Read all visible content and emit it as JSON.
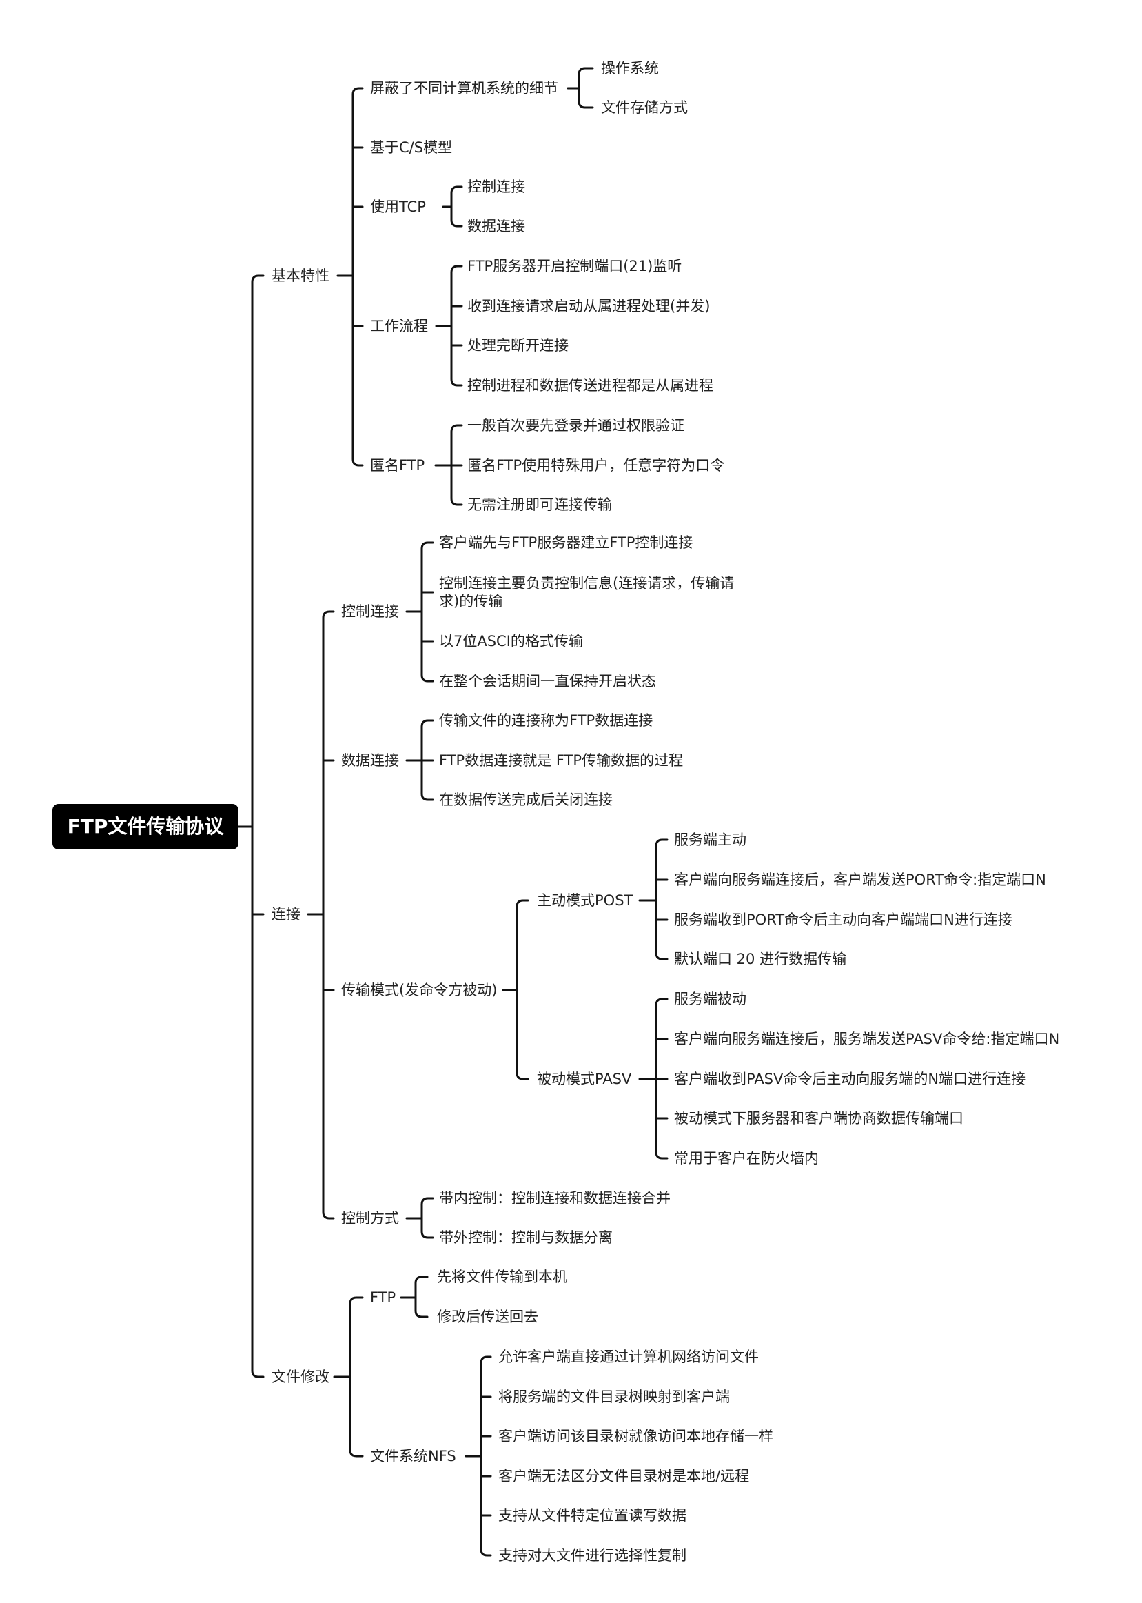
{
  "root": "FTP文件传输协议",
  "branches": [
    {
      "label": "基本特性",
      "children": [
        {
          "label": "屏蔽了不同计算机系统的细节",
          "children": [
            {
              "label": "操作系统"
            },
            {
              "label": "文件存储方式"
            }
          ]
        },
        {
          "label": "基于C/S模型"
        },
        {
          "label": "使用TCP",
          "children": [
            {
              "label": "控制连接"
            },
            {
              "label": "数据连接"
            }
          ]
        },
        {
          "label": "工作流程",
          "children": [
            {
              "label": "FTP服务器开启控制端口(21)监听"
            },
            {
              "label": "收到连接请求启动从属进程处理(并发)"
            },
            {
              "label": "处理完断开连接"
            },
            {
              "label": "控制进程和数据传送进程都是从属进程"
            }
          ]
        },
        {
          "label": "匿名FTP",
          "children": [
            {
              "label": "一般首次要先登录并通过权限验证"
            },
            {
              "label": "匿名FTP使用特殊用户，任意字符为口令"
            },
            {
              "label": "无需注册即可连接传输"
            }
          ]
        }
      ]
    },
    {
      "label": "连接",
      "children": [
        {
          "label": "控制连接",
          "children": [
            {
              "label": "客户端先与FTP服务器建立FTP控制连接"
            },
            {
              "label": "控制连接主要负责控制信息(连接请求，传输请求)的传输"
            },
            {
              "label": "以7位ASCI的格式传输"
            },
            {
              "label": "在整个会话期间一直保持开启状态"
            }
          ]
        },
        {
          "label": "数据连接",
          "children": [
            {
              "label": "传输文件的连接称为FTP数据连接"
            },
            {
              "label": "FTP数据连接就是 FTP传输数据的过程"
            },
            {
              "label": "在数据传送完成后关闭连接"
            }
          ]
        },
        {
          "label": "传输模式(发命令方被动)",
          "children": [
            {
              "label": "主动模式POST",
              "children": [
                {
                  "label": "服务端主动"
                },
                {
                  "label": "客户端向服务端连接后，客户端发送PORT命令:指定端口N"
                },
                {
                  "label": "服务端收到PORT命令后主动向客户端端口N进行连接"
                },
                {
                  "label": "默认端口 20 进行数据传输"
                }
              ]
            },
            {
              "label": "被动模式PASV",
              "children": [
                {
                  "label": "服务端被动"
                },
                {
                  "label": "客户端向服务端连接后，服务端发送PASV命令给:指定端口N"
                },
                {
                  "label": "客户端收到PASV命令后主动向服务端的N端口进行连接"
                },
                {
                  "label": "被动模式下服务器和客户端协商数据传输端口"
                },
                {
                  "label": "常用于客户在防火墙内"
                }
              ]
            }
          ]
        },
        {
          "label": "控制方式",
          "children": [
            {
              "label": "带内控制：控制连接和数据连接合并"
            },
            {
              "label": "带外控制：控制与数据分离"
            }
          ]
        }
      ]
    },
    {
      "label": "文件修改",
      "children": [
        {
          "label": "FTP",
          "children": [
            {
              "label": "先将文件传输到本机"
            },
            {
              "label": "修改后传送回去"
            }
          ]
        },
        {
          "label": "文件系统NFS",
          "children": [
            {
              "label": "允许客户端直接通过计算机网络访问文件"
            },
            {
              "label": "将服务端的文件目录树映射到客户端"
            },
            {
              "label": "客户端访问该目录树就像访问本地存储一样"
            },
            {
              "label": "客户端无法区分文件目录树是本地/远程"
            },
            {
              "label": "支持从文件特定位置读写数据"
            },
            {
              "label": "支持对大文件进行选择性复制"
            }
          ]
        }
      ]
    }
  ]
}
